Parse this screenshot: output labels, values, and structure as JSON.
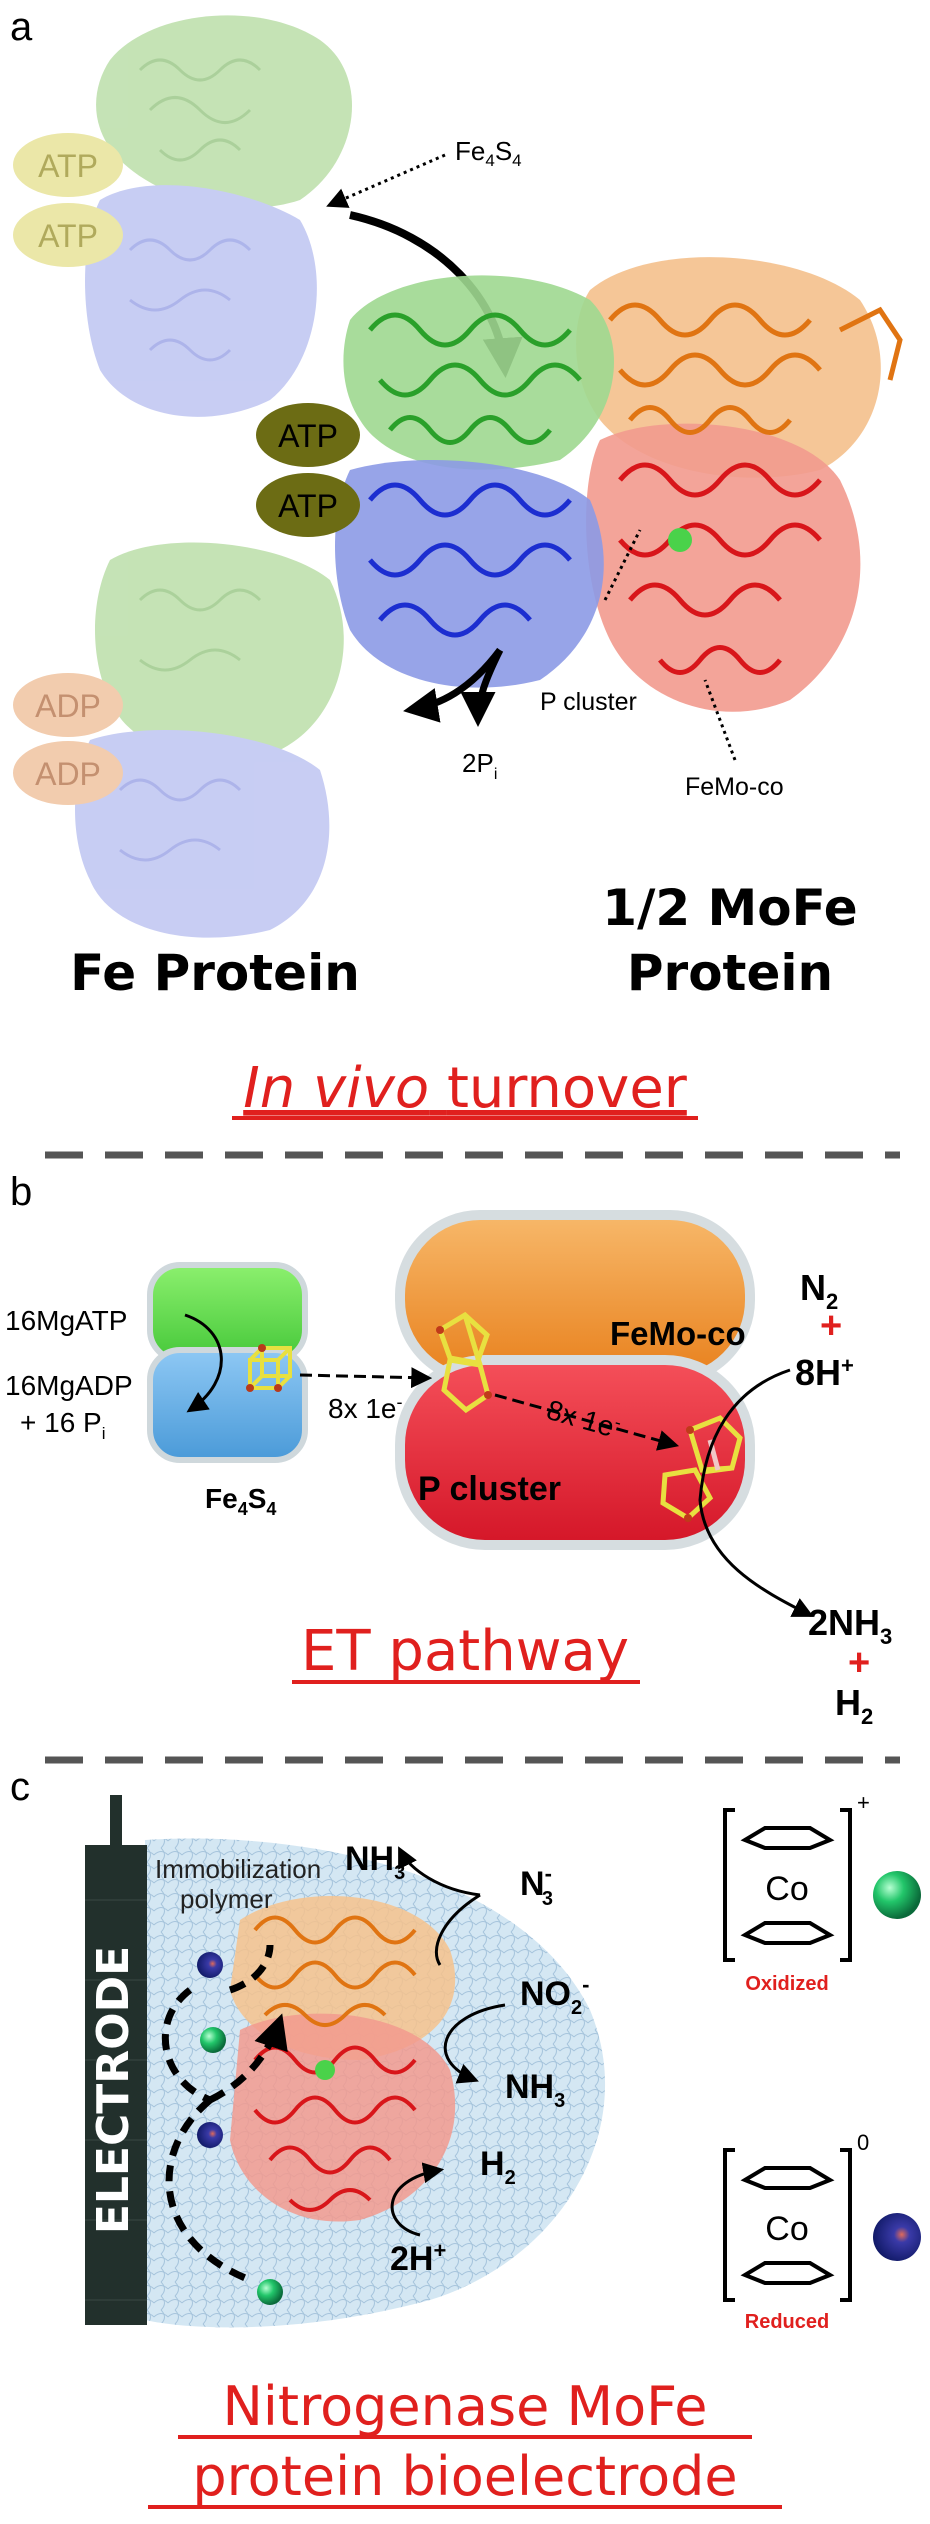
{
  "colors": {
    "fe_green": "#3cb43c",
    "fe_blue": "#2c3fd6",
    "mofe_orange": "#f08a24",
    "mofe_red": "#e0201e",
    "atp_olive": "#6e6e12",
    "faded_green": "#b8dca8",
    "faded_blue": "#b8bff0",
    "faded_atp": "#e8e4a4",
    "faded_adp": "#f0c8aa",
    "title_red": "#e0201e",
    "electrode": "#22302c",
    "mediator_green": "#22c66a",
    "mediator_blue": "#1d2e9a"
  },
  "panel_a": {
    "letter": "a",
    "atp_label": "ATP",
    "adp_label": "ADP",
    "fe4s4_label": "Fe",
    "fe4s4_sub1": "4",
    "fe4s4_s": "S",
    "fe4s4_sub2": "4",
    "p_cluster_label": "P cluster",
    "femoco_label": "FeMo-co",
    "pi_label": "2P",
    "pi_sub": "i",
    "fe_protein_label": "Fe Protein",
    "mofe_line1": "1/2 MoFe",
    "mofe_line2": "Protein",
    "title_italic": "In vivo",
    "title_rest": "turnover"
  },
  "panel_b": {
    "letter": "b",
    "mgatp": "16MgATP",
    "mgadp_line1": "16MgADP",
    "mgadp_line2": "+ 16 P",
    "mgadp_sub": "i",
    "fe4s4_label": "Fe",
    "fe4s4_sub1": "4",
    "fe4s4_s": "S",
    "fe4s4_sub2": "4",
    "et1": "8x 1e",
    "et1_sup": "-",
    "et2": "8x 1e",
    "et2_sup": "-",
    "femoco_label": "FeMo-co",
    "p_cluster_label": "P cluster",
    "n2": "N",
    "n2_sub": "2",
    "plus": "+",
    "h_plus": "8H",
    "h_plus_sup": "+",
    "nh3": "2NH",
    "nh3_sub": "3",
    "plus2": "+",
    "h2": "H",
    "h2_sub": "2",
    "title": "ET pathway"
  },
  "panel_c": {
    "letter": "c",
    "electrode": "ELECTRODE",
    "polymer_line1": "Immobilization",
    "polymer_line2": "polymer",
    "nh3_top": "NH",
    "nh3_top_sub": "3",
    "n3": "N",
    "n3_sub": "3",
    "n3_sup": "-",
    "no2": "NO",
    "no2_sub": "2",
    "no2_sup": "-",
    "nh3_mid": "NH",
    "nh3_mid_sub": "3",
    "h2": "H",
    "h2_sub": "2",
    "h_plus": "2H",
    "h_plus_sup": "+",
    "co": "Co",
    "oxidized_charge": "+",
    "oxidized": "Oxidized",
    "reduced_charge": "0",
    "reduced": "Reduced",
    "title_line1": "Nitrogenase MoFe",
    "title_line2": "protein bioelectrode"
  }
}
